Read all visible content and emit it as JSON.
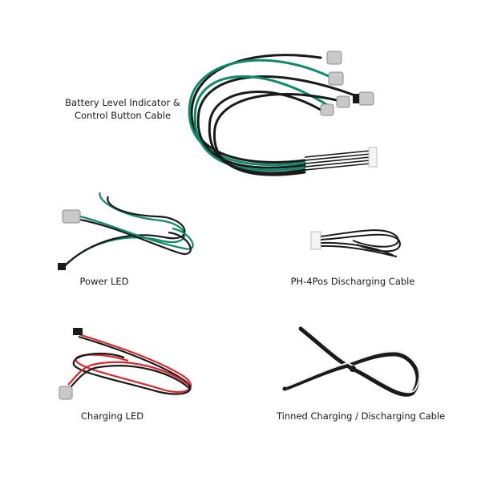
{
  "background_color": "#ffffff",
  "items": [
    {
      "id": "battery-indicator-cable",
      "label_line1": "Battery Level Indicator &",
      "label_line2": "Control Button Cable",
      "wire_colors": [
        "#0e8a6a",
        "#1a1a1a"
      ],
      "connector": "6-pin white JST",
      "ends": "5 metal panel-mount LEDs/button"
    },
    {
      "id": "power-led",
      "label": "Power LED",
      "wire_colors": [
        "#0e8a6a",
        "#1a1a1a"
      ]
    },
    {
      "id": "ph-4pos-discharging-cable",
      "label": "PH-4Pos Discharging Cable",
      "wire_colors": [
        "#1a1a1a"
      ]
    },
    {
      "id": "charging-led",
      "label": "Charging LED",
      "wire_colors": [
        "#d9262b",
        "#1a1a1a"
      ]
    },
    {
      "id": "tinned-cable",
      "label": "Tinned Charging / Discharging Cable",
      "wire_colors": [
        "#f2f2f2",
        "#1a1a1a"
      ]
    }
  ]
}
